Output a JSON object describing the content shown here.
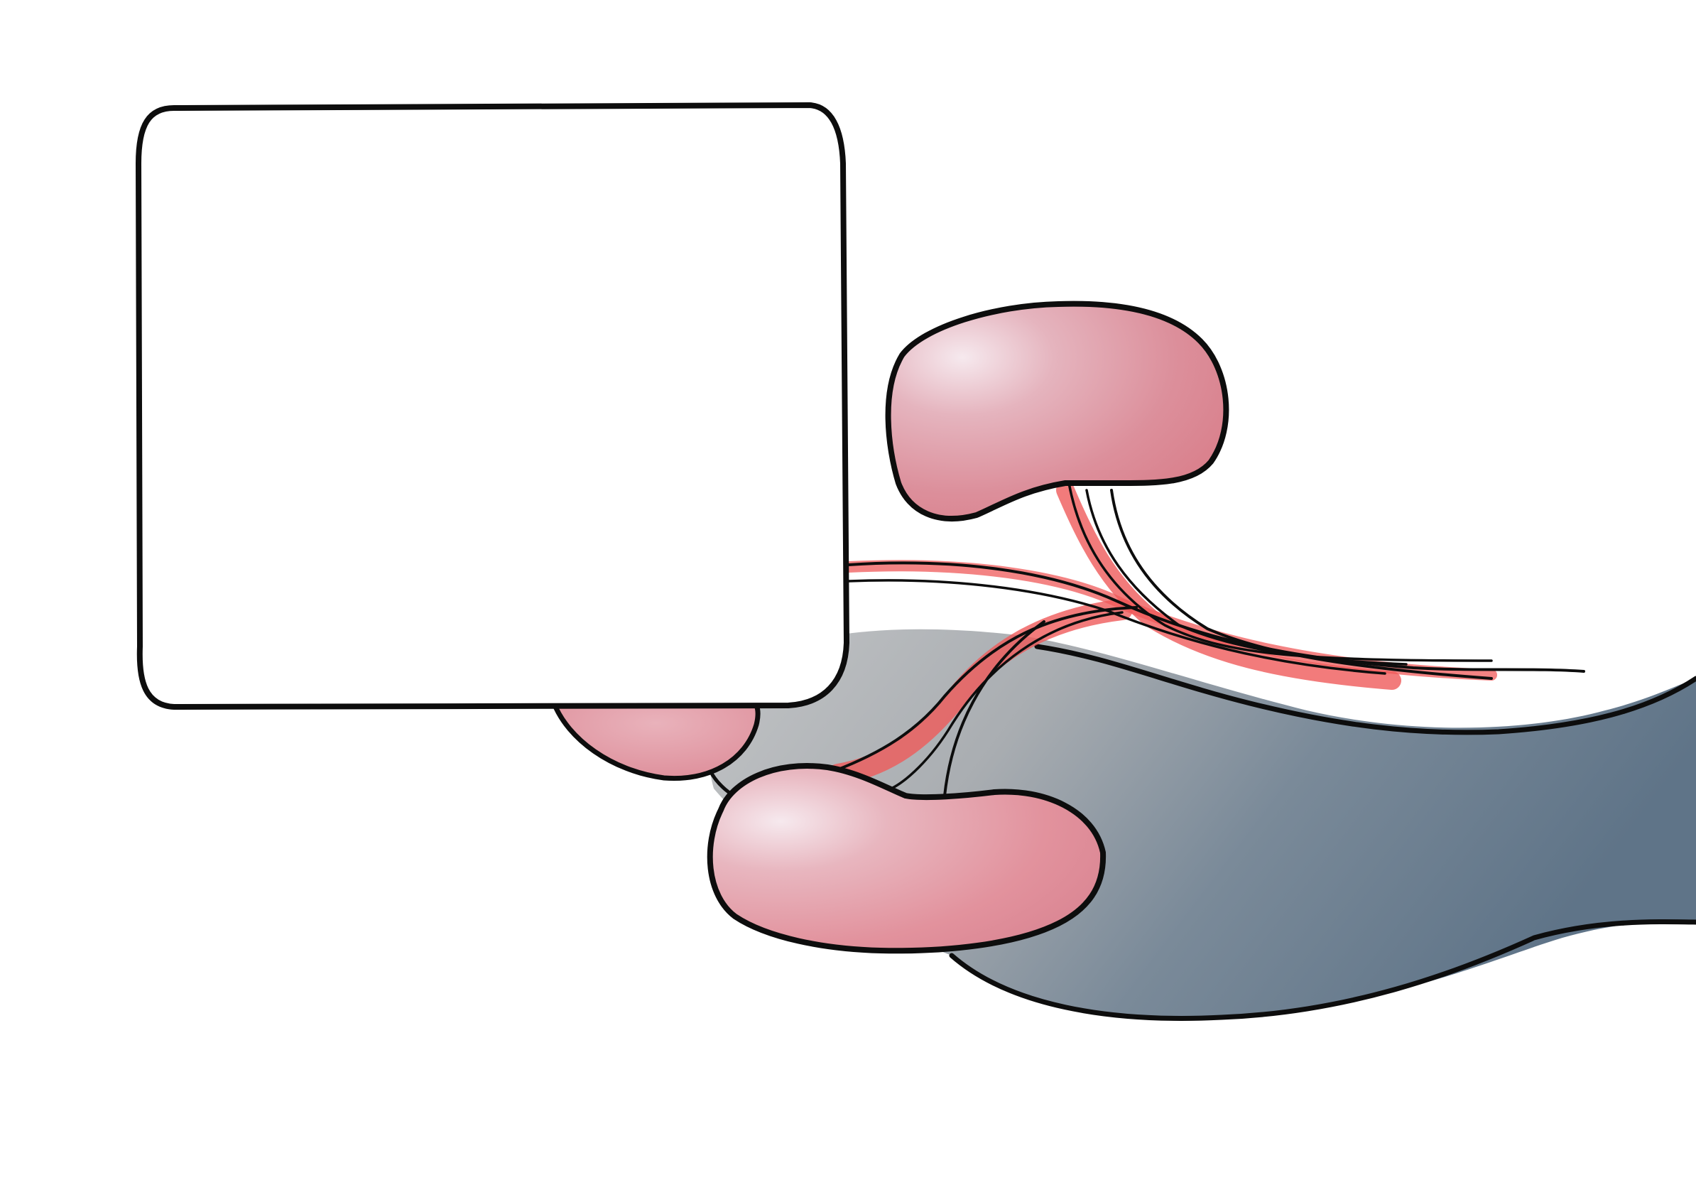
{
  "illustration": {
    "label_box_text": "",
    "colors": {
      "background": "#ffffff",
      "outline": "#0d0d0d",
      "body_grey": "#b4b7ba",
      "body_blue": "#5f7488",
      "lobe_pink": "#e58f99",
      "lobe_highlight": "#f6e9ee",
      "fiber_red": "#ef5a5a"
    },
    "parts": [
      {
        "name": "tubular-body"
      },
      {
        "name": "upper-lobe"
      },
      {
        "name": "lower-lobe"
      },
      {
        "name": "hidden-lobe"
      },
      {
        "name": "fiber-bundles"
      },
      {
        "name": "label-box"
      }
    ]
  }
}
